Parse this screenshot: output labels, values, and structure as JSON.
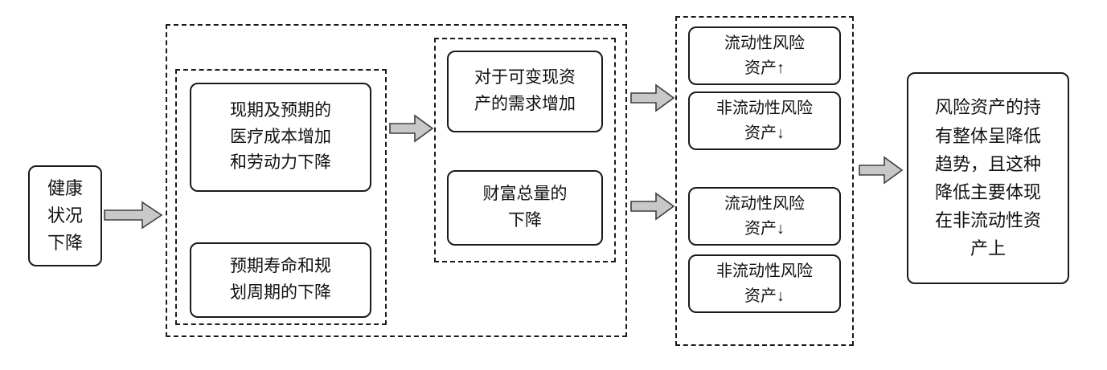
{
  "diagram": {
    "start_box": "健康\n状况\n下降",
    "causes": {
      "box1": "现期及预期的\n医疗成本增加\n和劳动力下降",
      "box2": "预期寿命和规\n划周期的下降"
    },
    "effects": {
      "box1": "对于可变现资\n产的需求增加",
      "box2": "财富总量的\n下降"
    },
    "outcomes": {
      "box1": "流动性风险\n资产↑",
      "box2": "非流动性风险\n资产↓",
      "box3": "流动性风险\n资产↓",
      "box4": "非流动性风险\n资产↓"
    },
    "conclusion_box": "风险资产的持\n有整体呈降低\n趋势，且这种\n降低主要体现\n在非流动性资\n产上"
  },
  "colors": {
    "arrow_fill": "#c8c8c8",
    "arrow_stroke": "#3f3f3f",
    "border_color": "#1a1a1a"
  }
}
